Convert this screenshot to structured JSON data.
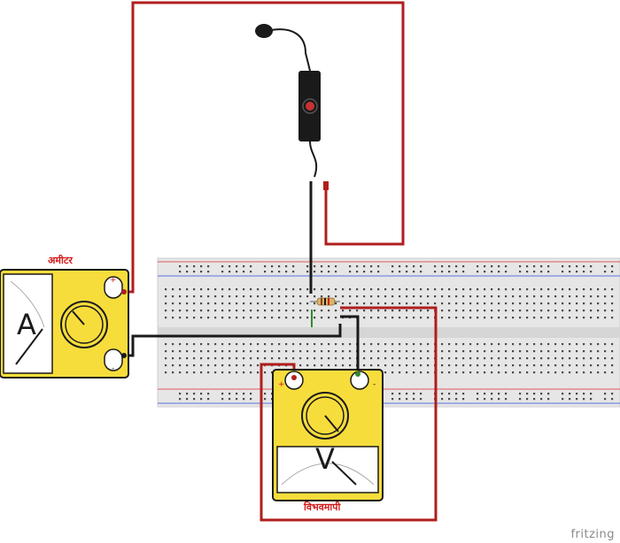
{
  "labels": {
    "ammeter": "अमीटर",
    "voltmeter": "विभवमापी",
    "ammeter_symbol": "A",
    "voltmeter_symbol": "V",
    "plus": "+",
    "minus": "-",
    "brand": "fritzing"
  },
  "colors": {
    "wire_red": "#b01e1e",
    "wire_black": "#1a1a1a",
    "meter_yellow": "#f7dd3c",
    "breadboard": "#e6e6e6",
    "rail_red": "#e25a5a",
    "rail_blue": "#5a70e2"
  },
  "icons": [
    "power-adapter-icon",
    "resistor-icon",
    "dial-icon"
  ]
}
